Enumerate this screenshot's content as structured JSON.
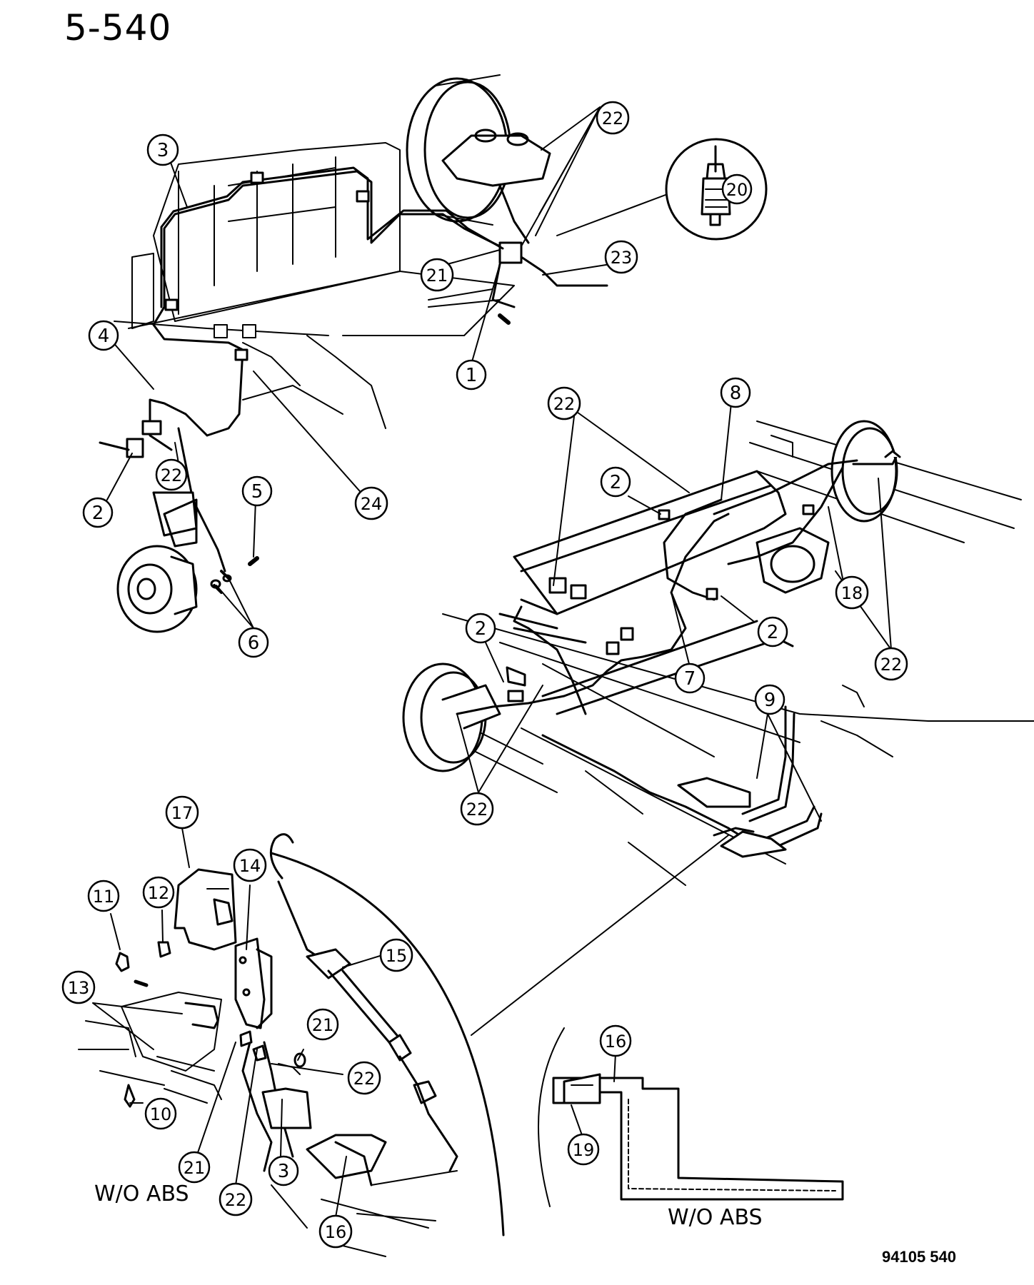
{
  "page": {
    "title": "5-540",
    "code": "94105 540"
  },
  "captions": {
    "detail_left": "W/O ABS",
    "detail_right": "W/O ABS"
  },
  "callouts": [
    {
      "key": "c3",
      "label": "3"
    },
    {
      "key": "c22a",
      "label": "22"
    },
    {
      "key": "c20",
      "label": "20"
    },
    {
      "key": "c21a",
      "label": "21"
    },
    {
      "key": "c23",
      "label": "23"
    },
    {
      "key": "c1",
      "label": "1"
    },
    {
      "key": "c4",
      "label": "4"
    },
    {
      "key": "c24",
      "label": "24"
    },
    {
      "key": "c22b",
      "label": "22"
    },
    {
      "key": "c2a",
      "label": "2"
    },
    {
      "key": "c5",
      "label": "5"
    },
    {
      "key": "c6",
      "label": "6"
    },
    {
      "key": "c22c",
      "label": "22"
    },
    {
      "key": "c8",
      "label": "8"
    },
    {
      "key": "c2b",
      "label": "2"
    },
    {
      "key": "c2c",
      "label": "2"
    },
    {
      "key": "c18",
      "label": "18"
    },
    {
      "key": "c7",
      "label": "7"
    },
    {
      "key": "c2d",
      "label": "2"
    },
    {
      "key": "c22d",
      "label": "22"
    },
    {
      "key": "c9",
      "label": "9"
    },
    {
      "key": "c22e",
      "label": "22"
    },
    {
      "key": "c17",
      "label": "17"
    },
    {
      "key": "c14",
      "label": "14"
    },
    {
      "key": "c11",
      "label": "11"
    },
    {
      "key": "c12",
      "label": "12"
    },
    {
      "key": "c15",
      "label": "15"
    },
    {
      "key": "c13",
      "label": "13"
    },
    {
      "key": "c21b",
      "label": "21"
    },
    {
      "key": "c22f",
      "label": "22"
    },
    {
      "key": "c10",
      "label": "10"
    },
    {
      "key": "c21c",
      "label": "21"
    },
    {
      "key": "c3b",
      "label": "3"
    },
    {
      "key": "c22g",
      "label": "22"
    },
    {
      "key": "c16a",
      "label": "16"
    },
    {
      "key": "c16b",
      "label": "16"
    },
    {
      "key": "c19",
      "label": "19"
    }
  ]
}
